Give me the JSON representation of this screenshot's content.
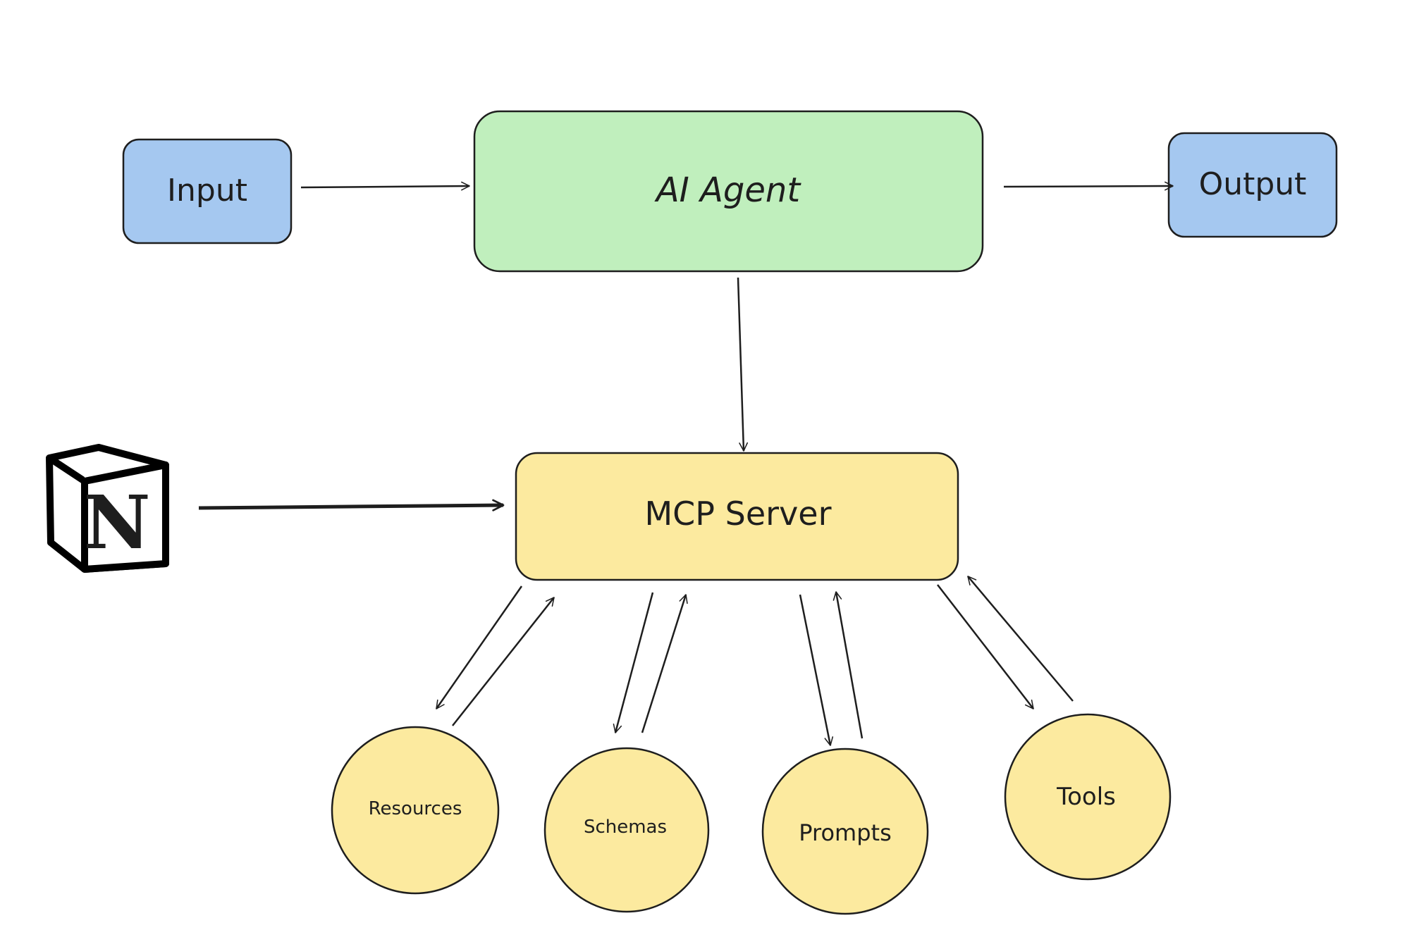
{
  "nodes": {
    "input": {
      "label": "Input",
      "fill": "#a5c8f0"
    },
    "agent": {
      "label": "AI Agent",
      "fill": "#c0efbd"
    },
    "output": {
      "label": "Output",
      "fill": "#a5c8f0"
    },
    "server": {
      "label": "MCP Server",
      "fill": "#fcea9f"
    },
    "resources": {
      "label": "Resources",
      "fill": "#fcea9f"
    },
    "schemas": {
      "label": "Schemas",
      "fill": "#fcea9f"
    },
    "prompts": {
      "label": "Prompts",
      "fill": "#fcea9f"
    },
    "tools": {
      "label": "Tools",
      "fill": "#fcea9f"
    }
  },
  "logo": {
    "letter": "N",
    "name": "notion-logo"
  },
  "stroke_color": "#1e1e1e"
}
